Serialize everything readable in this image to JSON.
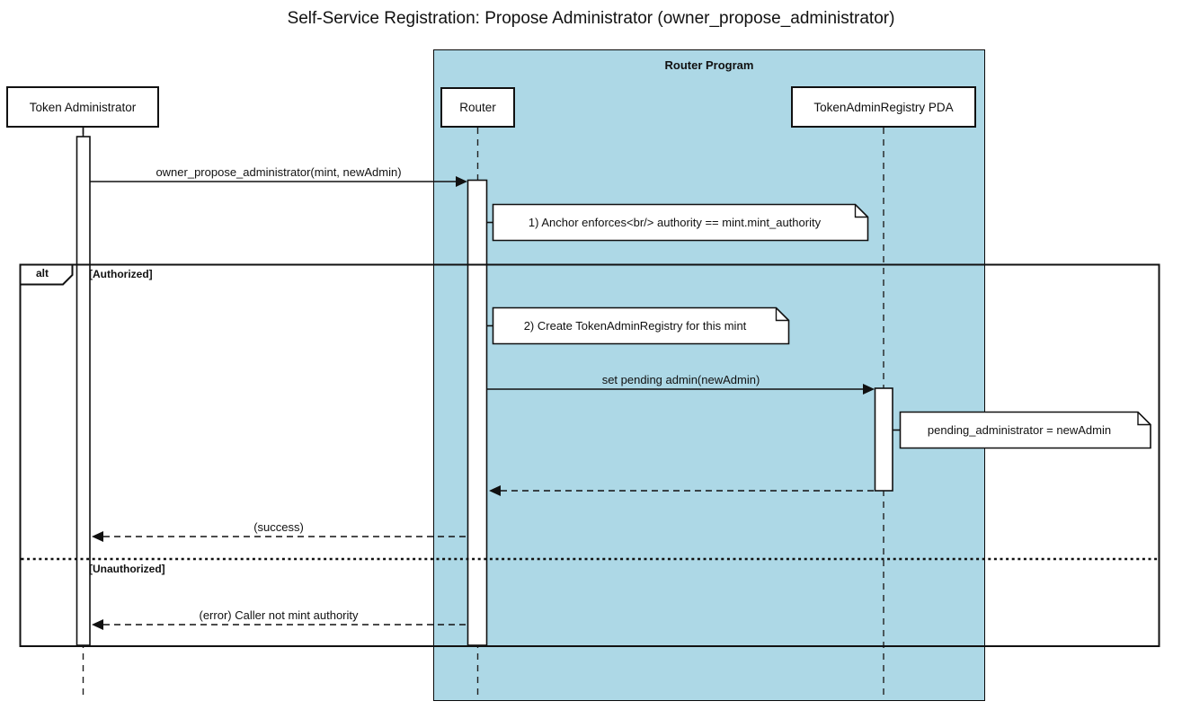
{
  "diagram": {
    "title": "Self-Service Registration: Propose Administrator (owner_propose_administrator)",
    "group": {
      "label": "Router Program",
      "fill": "#ADD8E6"
    },
    "participants": [
      {
        "label": "Token Administrator"
      },
      {
        "label": "Router"
      },
      {
        "label": "TokenAdminRegistry PDA"
      }
    ],
    "messages": [
      {
        "label": "owner_propose_administrator(mint, newAdmin)",
        "style": "solid",
        "from": "Token Administrator",
        "to": "Router"
      },
      {
        "label": "set pending admin(newAdmin)",
        "style": "solid",
        "from": "Router",
        "to": "TokenAdminRegistry PDA"
      },
      {
        "label": "",
        "style": "dashed",
        "from": "TokenAdminRegistry PDA",
        "to": "Router"
      },
      {
        "label": "(success)",
        "style": "dashed",
        "from": "Router",
        "to": "Token Administrator"
      },
      {
        "label": "(error) Caller not mint authority",
        "style": "dashed",
        "from": "Router",
        "to": "Token Administrator"
      }
    ],
    "notes": [
      {
        "text": "1) Anchor enforces<br/> authority == mint.mint_authority"
      },
      {
        "text": "2) Create TokenAdminRegistry for this mint"
      },
      {
        "text": "pending_administrator = newAdmin"
      }
    ],
    "alt": {
      "operator": "alt",
      "guards": [
        "[Authorized]",
        "[Unauthorized]"
      ]
    }
  }
}
